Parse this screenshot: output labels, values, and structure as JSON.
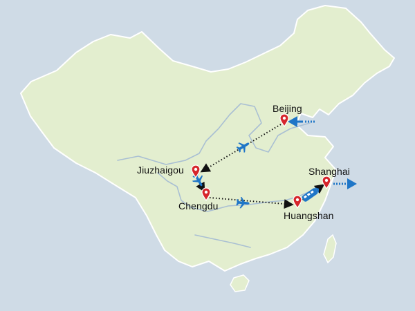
{
  "map": {
    "colors": {
      "sea": "#cfdbe6",
      "land": "#e3eecf",
      "border": "#ffffff",
      "river": "#a9bfd3",
      "marker": "#d6262b",
      "plane": "#1f76c7",
      "arrow": "#1f76c7",
      "route": "#111111"
    }
  },
  "cities": [
    {
      "id": "beijing",
      "name": "Beijing",
      "icon": "map-pin-icon"
    },
    {
      "id": "jiuzhaigou",
      "name": "Jiuzhaigou",
      "icon": "map-pin-icon"
    },
    {
      "id": "chengdu",
      "name": "Chengdu",
      "icon": "map-pin-icon"
    },
    {
      "id": "huangshan",
      "name": "Huangshan",
      "icon": "map-pin-icon"
    },
    {
      "id": "shanghai",
      "name": "Shanghai",
      "icon": "map-pin-icon"
    }
  ],
  "route": [
    {
      "from": "beijing",
      "to": "jiuzhaigou",
      "transport": "airplane-icon"
    },
    {
      "from": "jiuzhaigou",
      "to": "chengdu",
      "transport": "airplane-icon"
    },
    {
      "from": "chengdu",
      "to": "huangshan",
      "transport": "airplane-icon"
    },
    {
      "from": "huangshan",
      "to": "shanghai",
      "transport": "train-icon"
    }
  ],
  "arrival": {
    "city": "beijing",
    "icon": "arrival-arrow-icon"
  },
  "departure": {
    "city": "shanghai",
    "icon": "departure-arrow-icon"
  }
}
